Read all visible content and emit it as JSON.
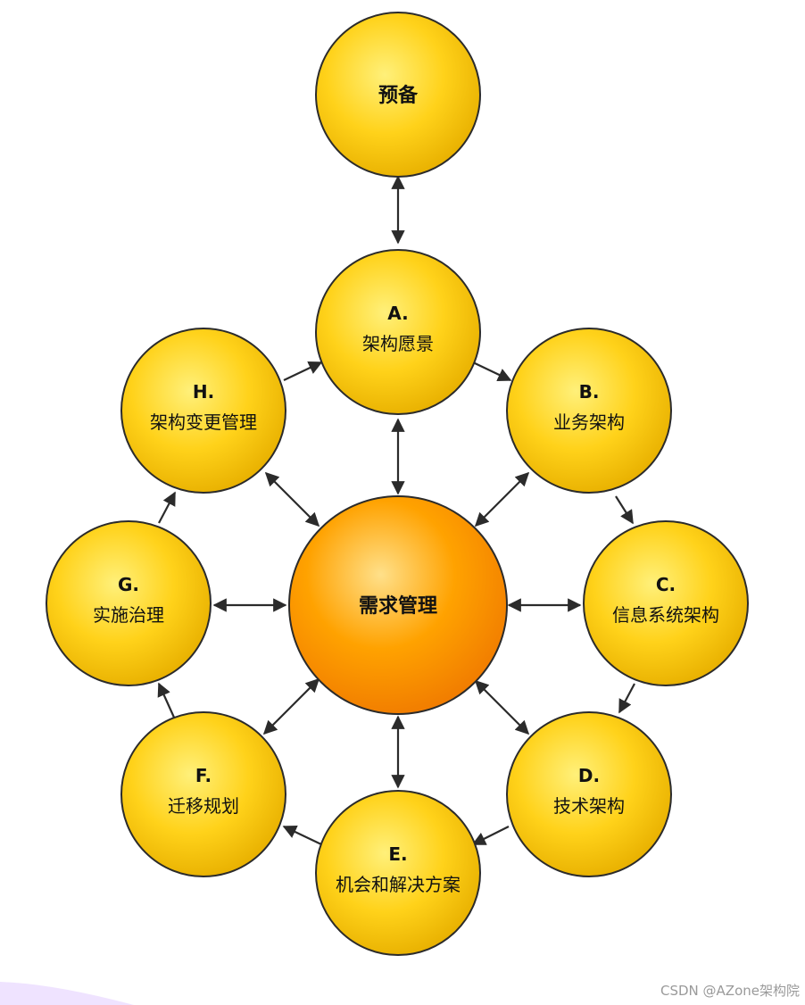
{
  "diagram": {
    "nodes": {
      "prelim": {
        "label": "预备"
      },
      "a": {
        "letter": "A.",
        "label": "架构愿景"
      },
      "b": {
        "letter": "B.",
        "label": "业务架构"
      },
      "c": {
        "letter": "C.",
        "label": "信息系统架构"
      },
      "d": {
        "letter": "D.",
        "label": "技术架构"
      },
      "e": {
        "letter": "E.",
        "label": "机会和解决方案"
      },
      "f": {
        "letter": "F.",
        "label": "迁移规划"
      },
      "g": {
        "letter": "G.",
        "label": "实施治理"
      },
      "h": {
        "letter": "H.",
        "label": "架构变更管理"
      },
      "center": {
        "label": "需求管理"
      }
    },
    "colors": {
      "node_fill_light": "#FFF07A",
      "node_fill": "#FFD21A",
      "node_fill_dark": "#E8B000",
      "center_fill_light": "#FFE08A",
      "center_fill": "#FFA200",
      "center_fill_dark": "#F07A00",
      "stroke": "#2b2b2b",
      "arrow": "#2b2b2b"
    }
  },
  "watermark": "CSDN @AZone架构院"
}
